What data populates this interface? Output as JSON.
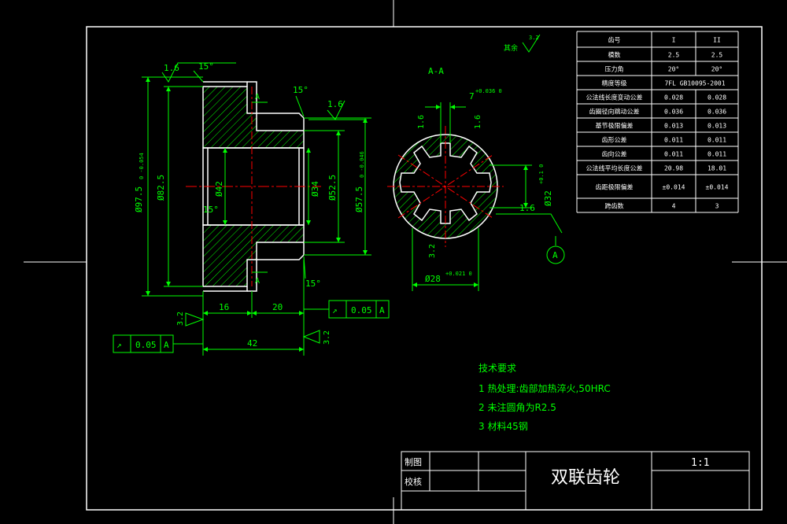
{
  "drawing": {
    "section_label": "A-A",
    "datum_marker": "A",
    "section_marker": "A",
    "surface_finish": "1.6",
    "surface_finish_other": "3.2",
    "rest_finish_note": "其余",
    "rest_finish_value": "3.2",
    "chamfer_angle": "15°",
    "chamfer_angle_inner": "15°",
    "dims": {
      "d97": "Ø97.5",
      "d97_tol": "0 -0.054",
      "d82": "Ø82.5",
      "d42": "Ø42",
      "d34": "Ø34",
      "d52": "Ø52.5",
      "d57": "Ø57.5",
      "d57_tol": "0 -0.046",
      "w16": "16",
      "w20": "20",
      "w42": "42",
      "spline_w": "7",
      "spline_w_tol": "+0.036 0",
      "spline_d32": "Ø32",
      "spline_d32_tol": "+0.1 0",
      "spline_d28": "Ø28",
      "spline_d28_tol": "+0.021 0"
    },
    "tolerance_frames": [
      {
        "symbol": "↗",
        "value": "0.05",
        "datum": "A"
      },
      {
        "symbol": "↗",
        "value": "0.05",
        "datum": "A"
      }
    ]
  },
  "param_table": {
    "headers": [
      "齿号",
      "I",
      "II"
    ],
    "rows": [
      [
        "模数",
        "2.5",
        "2.5"
      ],
      [
        "压力角",
        "20°",
        "20°"
      ],
      [
        "精度等级",
        "7FL GB10095-2001",
        ""
      ],
      [
        "公法线长度变动公差",
        "0.028",
        "0.028"
      ],
      [
        "齿圈径向跳动公差",
        "0.036",
        "0.036"
      ],
      [
        "基节极限偏差",
        "0.013",
        "0.013"
      ],
      [
        "齿形公差",
        "0.011",
        "0.011"
      ],
      [
        "齿向公差",
        "0.011",
        "0.011"
      ],
      [
        "公法线平均长度公差",
        "20.98",
        "18.01"
      ],
      [
        "齿距极限偏差",
        "±0.014",
        "±0.014"
      ],
      [
        "跨齿数",
        "4",
        "3"
      ]
    ]
  },
  "notes": {
    "title": "技术要求",
    "items": [
      "1 热处理:齿部加热淬火,50HRC",
      "2 未注圆角为R2.5",
      "3 材料45钢"
    ]
  },
  "title_block": {
    "drawn_label": "制图",
    "checked_label": "校核",
    "part_name": "双联齿轮",
    "scale": "1:1"
  },
  "colors": {
    "background": "#000000",
    "frame": "#ffffff",
    "geometry": "#ffffff",
    "dimension": "#00ff00",
    "centerline": "#ff0000",
    "hatch": "#00ff00"
  }
}
